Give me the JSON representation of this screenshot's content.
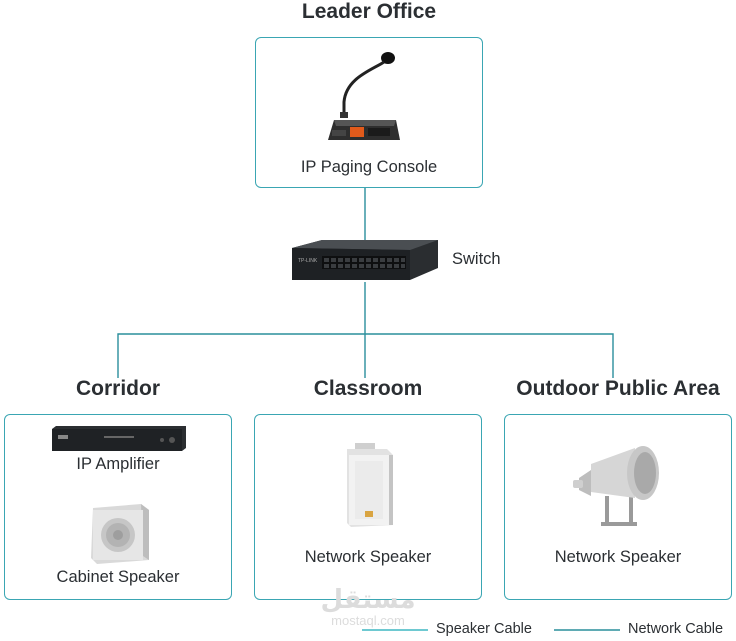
{
  "leader_office": {
    "title": "Leader Office",
    "device_label": "IP Paging Console"
  },
  "switch": {
    "label": "Switch",
    "brand": "TP-LINK"
  },
  "corridor": {
    "title": "Corridor",
    "amplifier_label": "IP Amplifier",
    "speaker_label": "Cabinet Speaker"
  },
  "classroom": {
    "title": "Classroom",
    "speaker_label": "Network Speaker"
  },
  "outdoor": {
    "title": "Outdoor Public Area",
    "speaker_label": "Network Speaker"
  },
  "legend": {
    "speaker_cable": "Speaker Cable",
    "network_cable": "Network Cable"
  },
  "watermark": {
    "logo": "مستقل",
    "site": "mostaql.com"
  },
  "colors": {
    "network_cable": "#2a8f9c",
    "speaker_cable": "#3fb7c2",
    "box_border": "#3aa6b3"
  }
}
